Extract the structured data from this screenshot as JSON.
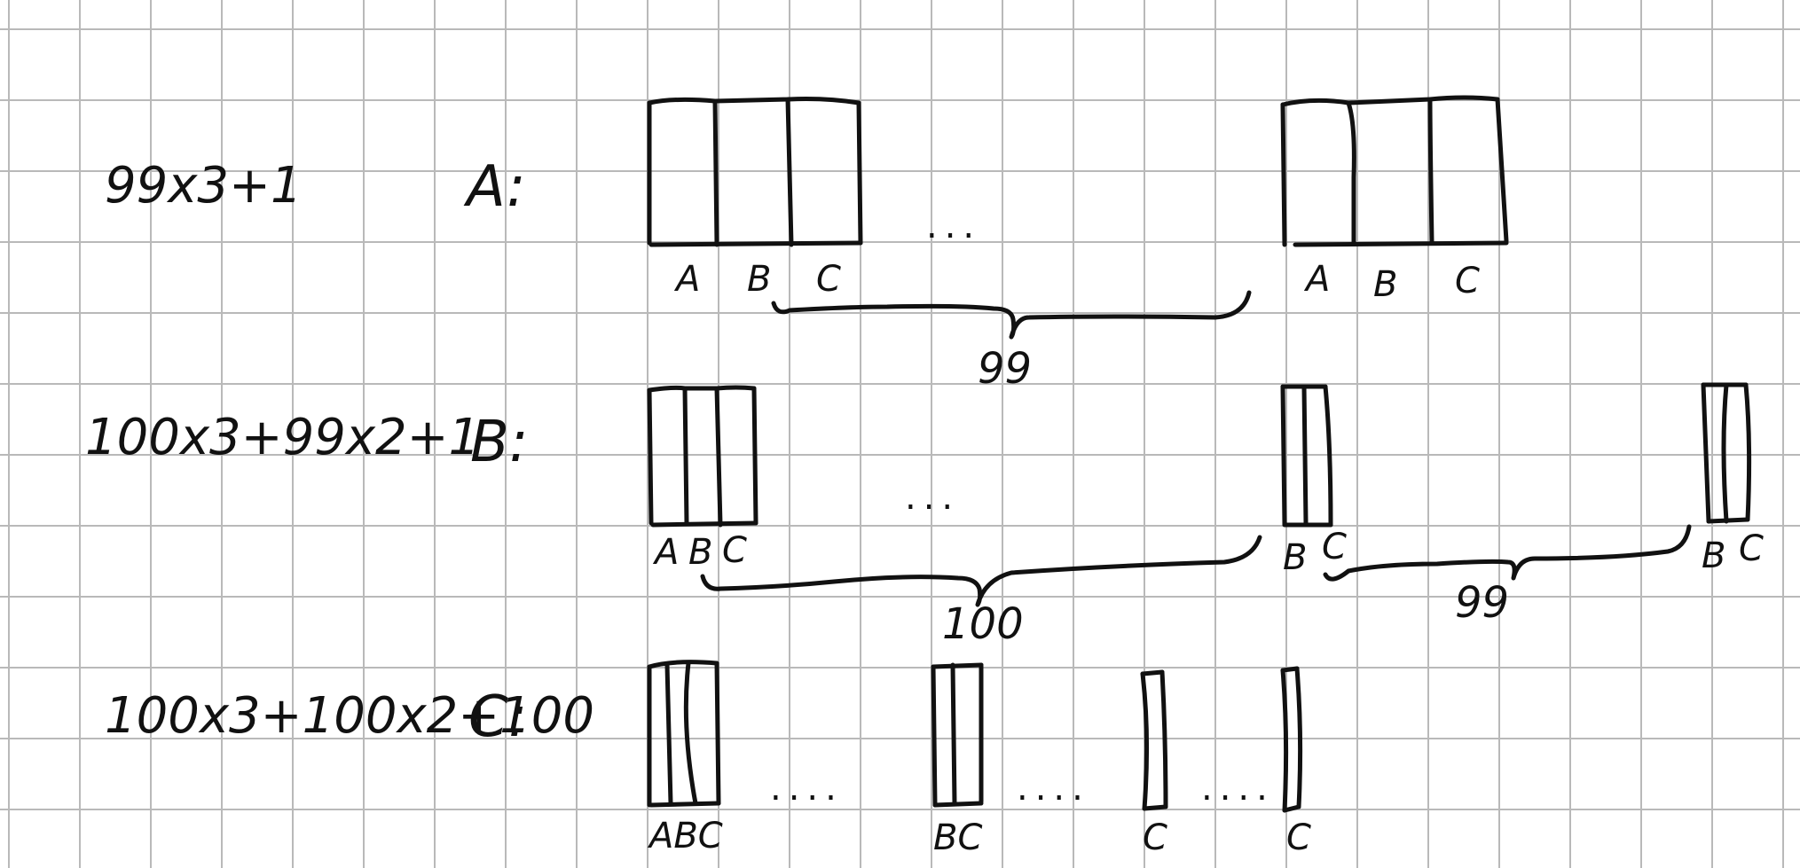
{
  "rows": [
    {
      "formula": "99x3+1",
      "label": "A:",
      "first_group_cols": [
        "A",
        "B",
        "C"
      ],
      "second_group_cols": [
        "A",
        "B",
        "C"
      ],
      "ellipsis": "...",
      "brace_count": "99"
    },
    {
      "formula": "100x3+99x2+1",
      "label": "B:",
      "first_group_cols": [
        "A",
        "B",
        "C"
      ],
      "second_group_cols": [
        "B",
        "C"
      ],
      "third_group_cols": [
        "B",
        "C"
      ],
      "ellipsis": "...",
      "brace_count_1": "100",
      "brace_count_2": "99"
    },
    {
      "formula": "100x3+100x2+100",
      "label": "C:",
      "group1_cols": "ABC",
      "group2_cols": "BC",
      "group3_cols": "C",
      "group4_cols": "C",
      "ellipsis_1": "....",
      "ellipsis_2": "....",
      "ellipsis_3": "...."
    }
  ]
}
